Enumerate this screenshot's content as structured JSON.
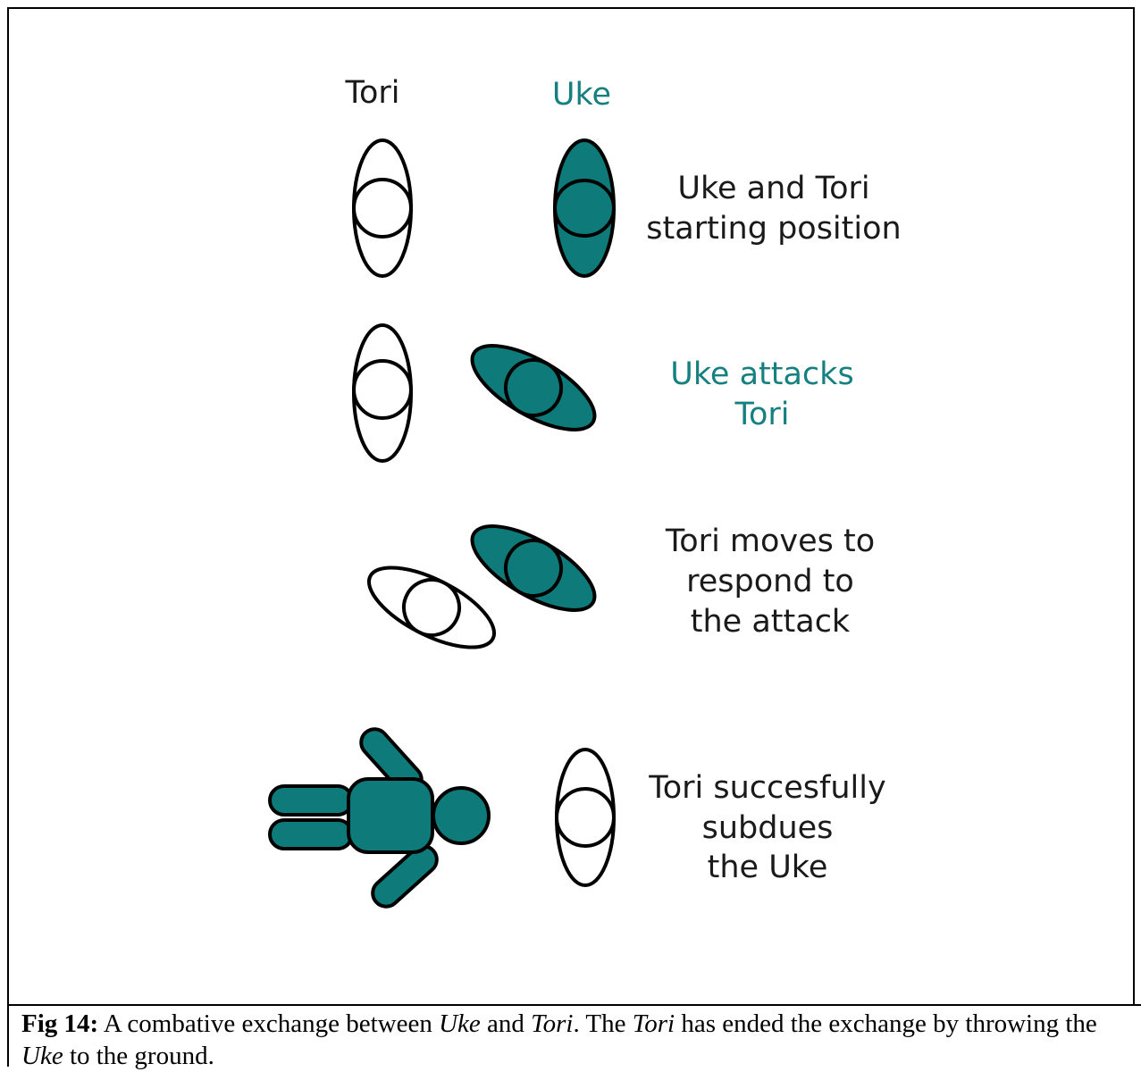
{
  "labels": {
    "tori": "Tori",
    "uke": "Uke"
  },
  "steps": [
    {
      "lines": [
        "Uke and Tori",
        "starting position"
      ]
    },
    {
      "lines": [
        "Uke attacks",
        "Tori"
      ]
    },
    {
      "lines": [
        "Tori moves to",
        "respond to",
        "the attack"
      ]
    },
    {
      "lines": [
        "Tori succesfully",
        "subdues",
        "the Uke"
      ]
    }
  ],
  "caption": {
    "label": "Fig 14:",
    "text_1": " A combative exchange between ",
    "uke_1": "Uke",
    "text_2": " and ",
    "tori_1": "Tori",
    "text_3": ". The ",
    "tori_2": "Tori",
    "text_4": " has ended the exchange by throwing the ",
    "uke_2": "Uke",
    "text_5": " to the ground."
  },
  "colors": {
    "uke_fill": "#0f7a7a",
    "uke_text": "#167f7f",
    "tori_fill": "#ffffff",
    "outline": "#000000"
  }
}
